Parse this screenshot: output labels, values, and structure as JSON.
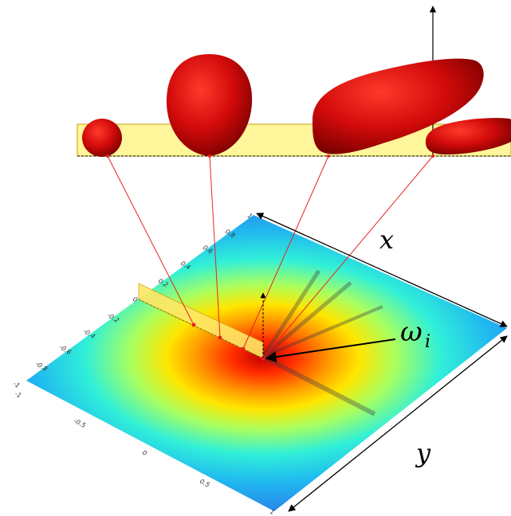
{
  "figure": {
    "labels": {
      "x_axis": "x",
      "y_axis": "y",
      "omega": "ω",
      "omega_subscript": "i"
    },
    "ticks_upper_left_edge": [
      "1",
      "0.8",
      "0.6",
      "0.4",
      "0.2",
      "0",
      "-0.2",
      "-0.4",
      "-0.6",
      "-0.8",
      "-1"
    ],
    "ticks_lower_left_edge": [
      "-1",
      "-0.5",
      "0",
      "0.5",
      "1"
    ],
    "colors": {
      "blob": "#c40000",
      "blob_highlight": "#ff3a2a",
      "slice_panel": "#fff59a",
      "projection_line": "#e8231f",
      "heatmap_high": "#cc0000",
      "heatmap_low": "#1e4fd8"
    },
    "blob_count": 4
  }
}
